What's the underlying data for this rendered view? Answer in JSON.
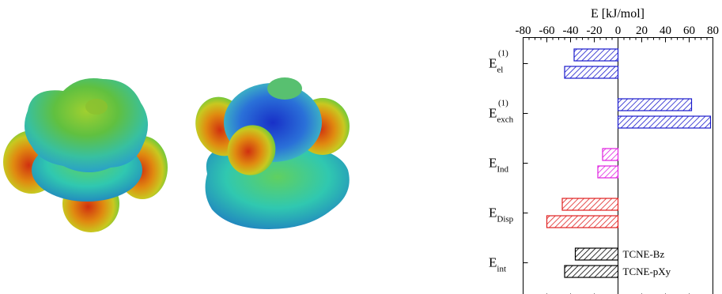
{
  "chart_data": {
    "type": "bar",
    "orientation": "horizontal",
    "xlabel": "E [kJ/mol]",
    "xlim": [
      -80,
      80
    ],
    "xticks": [
      -80,
      -60,
      -40,
      -20,
      0,
      20,
      40,
      60,
      80
    ],
    "categories": [
      {
        "main": "E",
        "sub": "el",
        "sup": "(1)"
      },
      {
        "main": "E",
        "sub": "exch",
        "sup": "(1)"
      },
      {
        "main": "E",
        "sub": "Ind",
        "sup": ""
      },
      {
        "main": "E",
        "sub": "Disp",
        "sup": ""
      },
      {
        "main": "E",
        "sub": "int",
        "sup": ""
      }
    ],
    "series": [
      {
        "name": "TCNE-Bz",
        "values": [
          -37,
          62,
          -13,
          -47,
          -36
        ]
      },
      {
        "name": "TCNE-pXy",
        "values": [
          -45,
          78,
          -17,
          -60,
          -45
        ]
      }
    ],
    "colors": [
      "#1a1acc",
      "#1a1acc",
      "#e020e0",
      "#e02020",
      "#000000"
    ],
    "hatch": "diagonal",
    "legend": "inside-bottom-right"
  },
  "figure": {
    "panel": "electrostatic potential surfaces of two molecular complexes"
  }
}
